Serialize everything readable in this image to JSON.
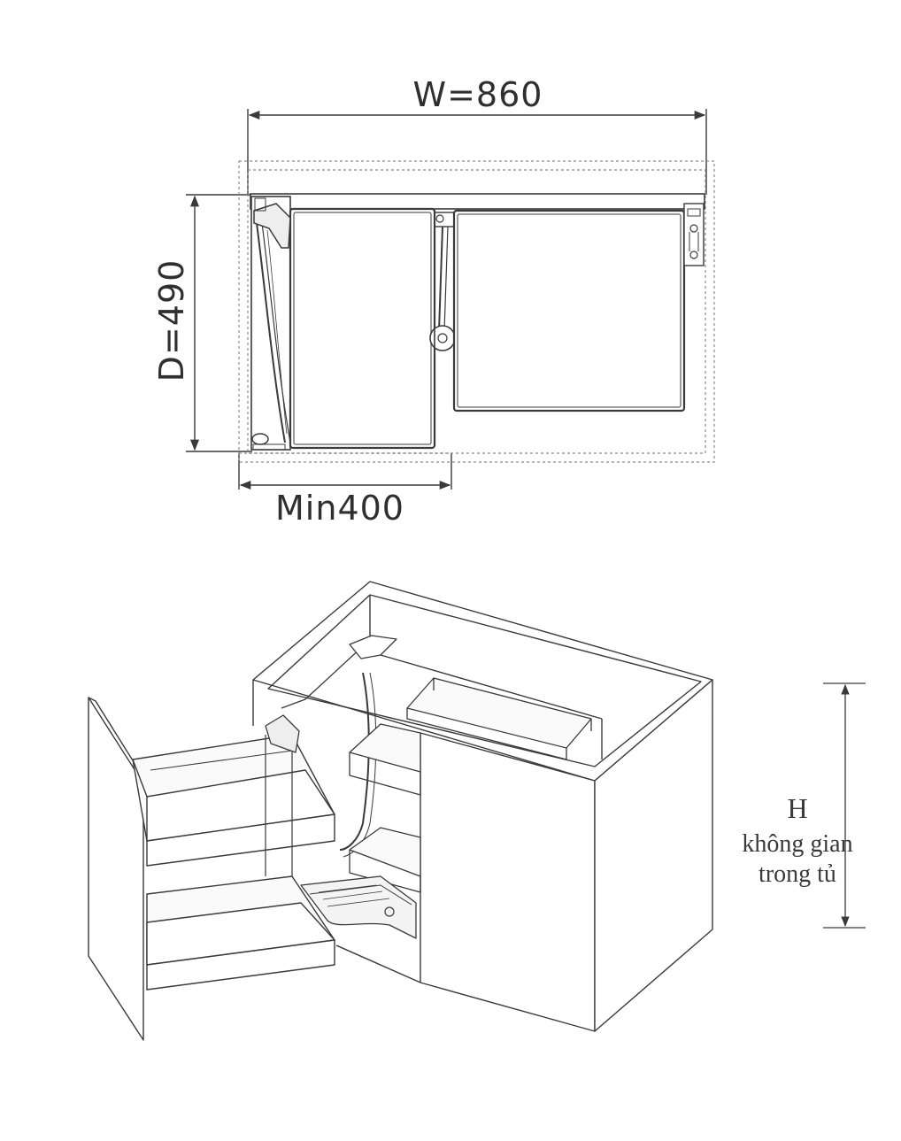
{
  "top_view": {
    "width_label": "W=860",
    "depth_label": "D=490",
    "min_label": "Min400"
  },
  "perspective_view": {
    "height_label": "H",
    "space_label_line1": "không gian",
    "space_label_line2": "trong tủ"
  },
  "colors": {
    "line": "#3a3a3a",
    "dashed": "#8c8c8c",
    "thin": "#777777",
    "fill_light": "#f2f2f2"
  }
}
